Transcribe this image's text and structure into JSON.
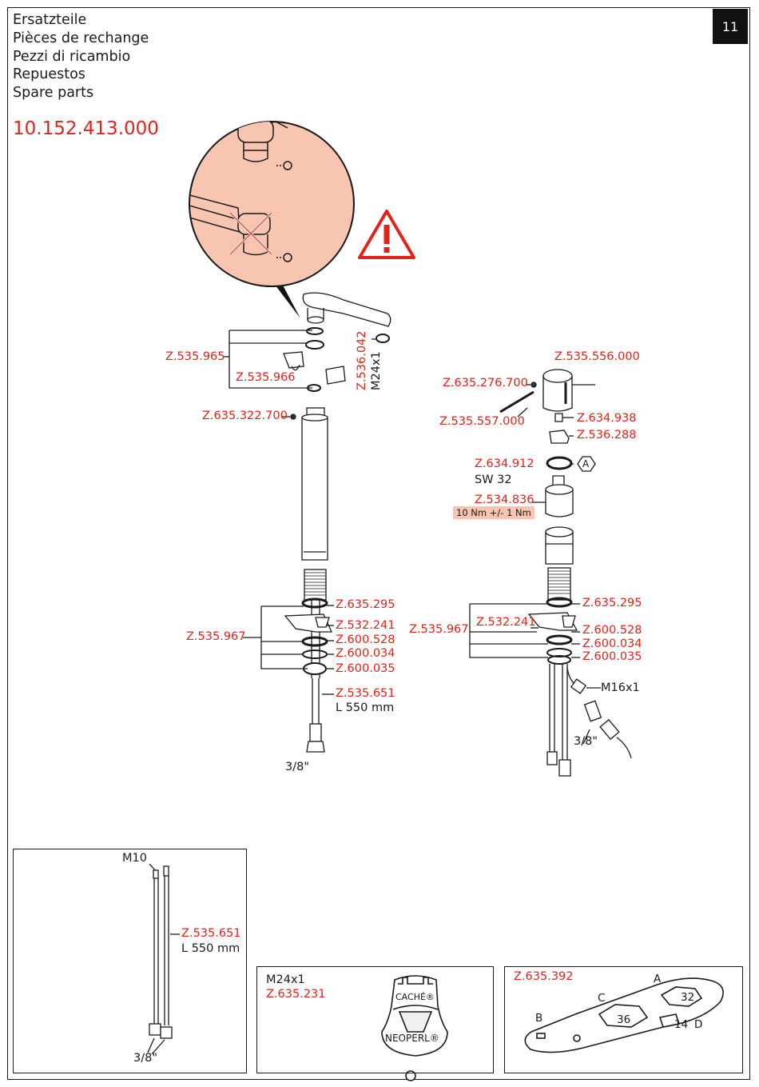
{
  "header": {
    "titles": [
      "Ersatzteile",
      "Pièces de rechange",
      "Pezzi di ricambio",
      "Repuestos",
      "Spare parts"
    ],
    "page_number": "11",
    "article_number": "10.152.413.000"
  },
  "left_assembly": {
    "label_ring_set": "Z.535.965",
    "label_clip": "Z.535.966",
    "label_aerator_ring": "Z.536.042",
    "label_thread": "M24x1",
    "label_screw": "Z.635.322.700",
    "label_washer_top": "Z.635.295",
    "label_bracket": "Z.532.241",
    "label_seal_a": "Z.600.528",
    "label_seal_b": "Z.600.034",
    "label_nut": "Z.600.035",
    "label_mounting_set": "Z.535.967",
    "label_hose": "Z.535.651",
    "label_hose_length": "L 550 mm",
    "label_thread_bottom": "3/8\""
  },
  "right_assembly": {
    "label_handle": "Z.535.556.000",
    "label_pin": "Z.635.276.700",
    "label_rod": "Z.535.557.000",
    "label_screw": "Z.634.938",
    "label_adapter": "Z.536.288",
    "label_cartridge_nut": "Z.634.912",
    "label_tool_ref": "A",
    "label_wrench_size": "SW 32",
    "label_cartridge": "Z.534.836",
    "label_torque": "10 Nm +/- 1 Nm",
    "label_washer_top": "Z.635.295",
    "label_bracket": "Z.532.241",
    "label_mounting_set": "Z.535.967",
    "label_seal_a": "Z.600.528",
    "label_seal_b": "Z.600.034",
    "label_nut": "Z.600.035",
    "label_thread_side": "M16x1",
    "label_thread_bottom": "3/8\""
  },
  "box_hoses": {
    "label_thread_top": "M10",
    "label_hose": "Z.535.651",
    "label_length": "L 550 mm",
    "label_thread_bottom": "3/8\""
  },
  "box_aerator_key": {
    "label_thread": "M24x1",
    "label_part": "Z.635.231",
    "label_brand_top": "CACHÉ®",
    "label_brand_bottom": "NEOPERL®"
  },
  "box_wrench": {
    "label_part": "Z.635.392",
    "label_a": "A",
    "label_b": "B",
    "label_c": "C",
    "label_d": "D",
    "label_size_32": "32",
    "label_size_36": "36",
    "label_size_14": "14"
  },
  "colors": {
    "accent": "#e2231a",
    "callout_fill": "#f7c5b0",
    "line": "#1a1a1a"
  }
}
